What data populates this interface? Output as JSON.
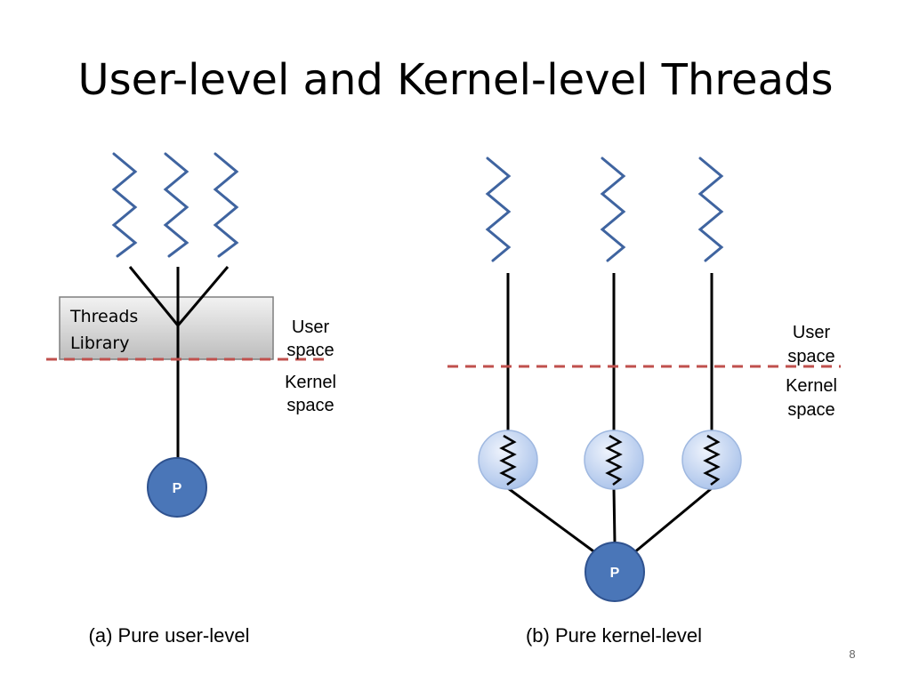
{
  "title": "User-level and Kernel-level Threads",
  "panel_a": {
    "library_line1": "Threads",
    "library_line2": "Library",
    "user_line1": "User",
    "user_line2": "space",
    "kernel_line1": "Kernel",
    "kernel_line2": "space",
    "processor_label": "P",
    "caption": "(a) Pure user-level"
  },
  "panel_b": {
    "user_line1": "User",
    "user_line2": "space",
    "kernel_line1": "Kernel",
    "kernel_line2": "space",
    "processor_label": "P",
    "caption": "(b) Pure kernel-level"
  },
  "slide_number": "8",
  "colors": {
    "thread": "#3f64a0",
    "processor": "#4a76b8",
    "boundary": "#c0504d",
    "kernel_thread_fill": "#c6d7f3"
  }
}
